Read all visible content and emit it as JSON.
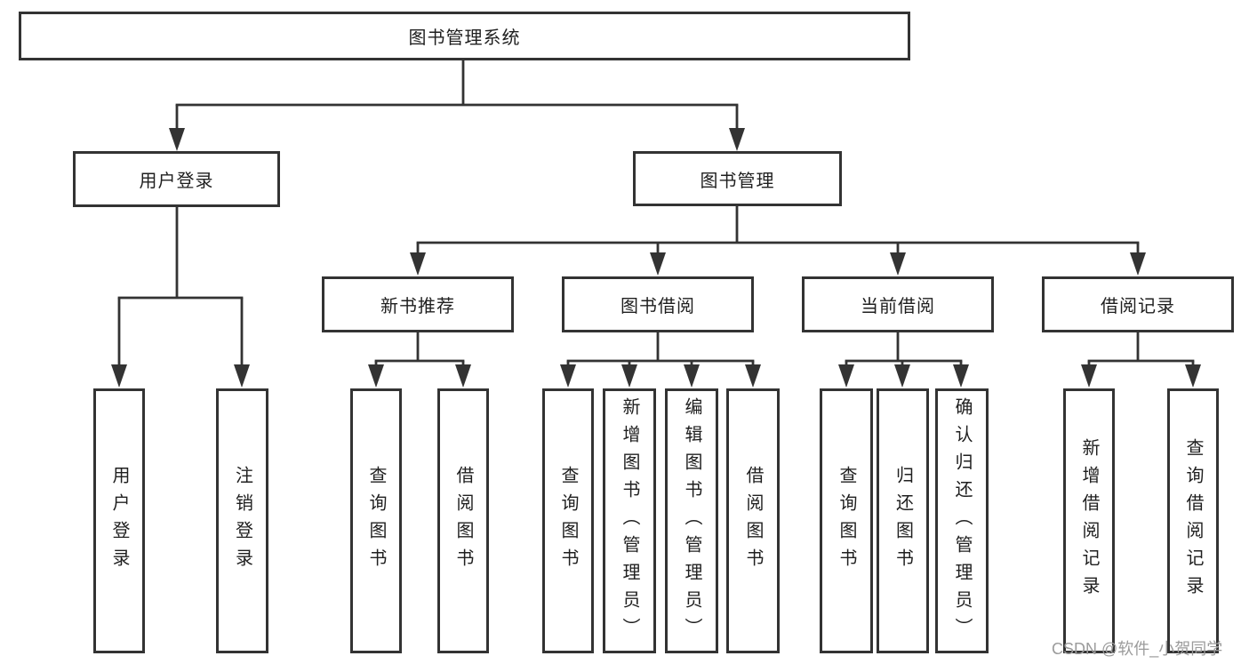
{
  "diagram_title": "图书管理系统",
  "nodes": {
    "root": {
      "label": "图书管理系统"
    },
    "user_login": {
      "label": "用户登录"
    },
    "book_mgmt": {
      "label": "图书管理"
    },
    "new_book_rec": {
      "label": "新书推荐"
    },
    "book_borrow": {
      "label": "图书借阅"
    },
    "current_borrow": {
      "label": "当前借阅"
    },
    "borrow_records": {
      "label": "借阅记录"
    },
    "leaf_user_login": {
      "label": "用户登录"
    },
    "leaf_logout": {
      "label": "注销登录"
    },
    "leaf_query_book_rec": {
      "label": "查询图书"
    },
    "leaf_borrow_book_rec": {
      "label": "借阅图书"
    },
    "leaf_query_book_borrow": {
      "label": "查询图书"
    },
    "leaf_add_book_admin": {
      "label": "新增图书（管理员）"
    },
    "leaf_edit_book_admin": {
      "label": "编辑图书（管理员）"
    },
    "leaf_borrow_book_borrow": {
      "label": "借阅图书"
    },
    "leaf_query_book_current": {
      "label": "查询图书"
    },
    "leaf_return_book": {
      "label": "归还图书"
    },
    "leaf_confirm_return_admin": {
      "label": "确认归还（管理员）"
    },
    "leaf_add_borrow_record": {
      "label": "新增借阅记录"
    },
    "leaf_query_borrow_record": {
      "label": "查询借阅记录"
    }
  },
  "watermark": {
    "text": "CSDN @软件_小贺同学"
  },
  "colors": {
    "line": "#333333",
    "text": "#1f1f1f",
    "watermark": "#9b9b9b",
    "background": "#ffffff"
  }
}
